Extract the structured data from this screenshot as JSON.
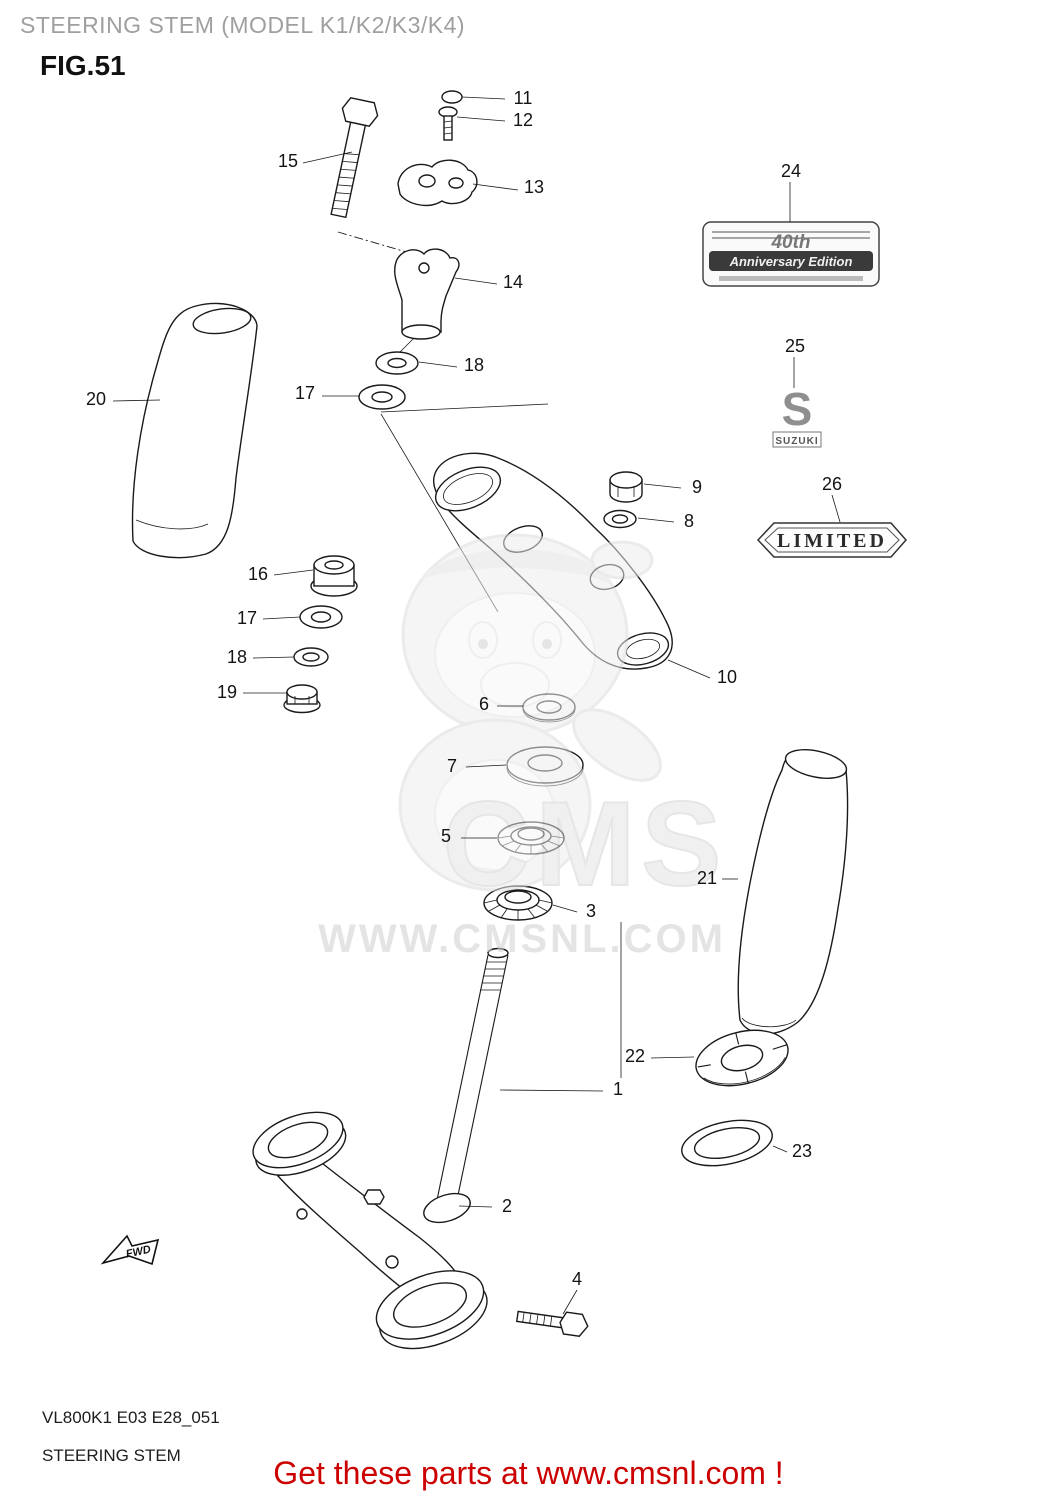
{
  "page": {
    "title": "STEERING STEM (MODEL K1/K2/K3/K4)",
    "fig_label": "FIG.51",
    "footer_code": "VL800K1 E03 E28_051",
    "footer_name": "STEERING STEM",
    "promo_text": "Get these parts at www.cmsnl.com !"
  },
  "colors": {
    "title_gray": "#9f9f9f",
    "promo_red": "#cc0000",
    "line_black": "#1a1a1a",
    "watermark_gray": "#d4d4d4"
  },
  "watermark": {
    "logo_text": "CMS",
    "url_text": "WWW.CMSNL.COM"
  },
  "badges": {
    "anniversary_top": "40th",
    "anniversary_main": "Anniversary Edition",
    "suzuki_letter": "S",
    "suzuki_text": "SUZUKI",
    "limited_text": "LIMITED"
  },
  "fwd": {
    "label": "FWD"
  },
  "callouts": [
    {
      "num": "11"
    },
    {
      "num": "12"
    },
    {
      "num": "15"
    },
    {
      "num": "13"
    },
    {
      "num": "24"
    },
    {
      "num": "14"
    },
    {
      "num": "18"
    },
    {
      "num": "17"
    },
    {
      "num": "25"
    },
    {
      "num": "20"
    },
    {
      "num": "9"
    },
    {
      "num": "8"
    },
    {
      "num": "26"
    },
    {
      "num": "16"
    },
    {
      "num": "17"
    },
    {
      "num": "18"
    },
    {
      "num": "10"
    },
    {
      "num": "19"
    },
    {
      "num": "6"
    },
    {
      "num": "7"
    },
    {
      "num": "5"
    },
    {
      "num": "21"
    },
    {
      "num": "3"
    },
    {
      "num": "22"
    },
    {
      "num": "1"
    },
    {
      "num": "23"
    },
    {
      "num": "2"
    },
    {
      "num": "4"
    }
  ]
}
